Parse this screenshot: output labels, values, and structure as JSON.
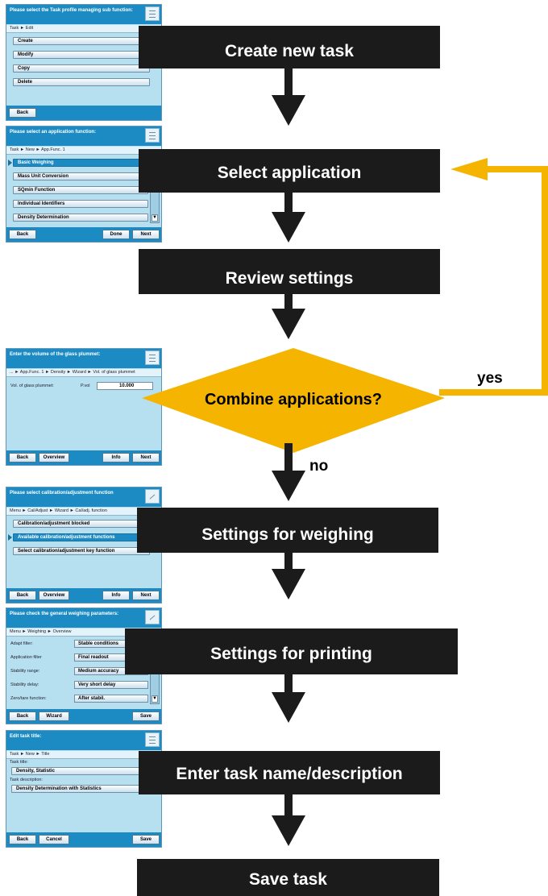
{
  "flow": {
    "steps": [
      "Create new task",
      "Select application",
      "Review settings",
      "Combine applications?",
      "Settings for weighing",
      "Settings for printing",
      "Enter task name/description",
      "Save task"
    ],
    "yes_label": "yes",
    "no_label": "no",
    "colors": {
      "box": "#1b1b1b",
      "decision": "#f5b400",
      "arrow_back": "#f5b400"
    }
  },
  "screens": {
    "s1": {
      "title": "Please select the Task profile managing sub function:",
      "crumb": "Task ► Edit",
      "items": [
        "Create",
        "Modify",
        "Copy",
        "Delete"
      ],
      "buttons": [
        "Back"
      ]
    },
    "s2": {
      "title": "Please select an application function:",
      "crumb": "Task ► New ► App.Func. 1",
      "items": [
        "Basic Weighing",
        "Mass Unit Conversion",
        "SQmin Function",
        "Individual Identifiers",
        "Density Determination"
      ],
      "selected_index": 0,
      "buttons": [
        "Back",
        "Done",
        "Next"
      ]
    },
    "s3": {
      "title": "Enter the volume of the glass plummet:",
      "crumb": "... ► App.Func. 1 ► Density ► Wizard ► Vol. of glass plummet",
      "field_label": "Vol. of glass plummet:",
      "field_symbol": "P.vol",
      "field_value": "10.000",
      "buttons": [
        "Back",
        "Overview",
        "Info",
        "Next"
      ]
    },
    "s4": {
      "title": "Please select calibration/adjustment function",
      "crumb": "Menu ► Cal/Adjust ► Wizard ► Cal/adj. function",
      "items": [
        "Calibration/adjustment blocked",
        "Available calibration/adjustment functions",
        "Select calibration/adjustment key function"
      ],
      "selected_index": 1,
      "buttons": [
        "Back",
        "Overview",
        "Info",
        "Next"
      ]
    },
    "s5": {
      "title": "Please check the general weighing parameters:",
      "crumb": "Menu ► Weighing ► Overview",
      "rows": [
        {
          "label": "Adapt filter:",
          "value": "Stable conditions"
        },
        {
          "label": "Application filter",
          "value": "Final readout"
        },
        {
          "label": "Stability range:",
          "value": "Medium accuracy"
        },
        {
          "label": "Stability delay:",
          "value": "Very short delay"
        },
        {
          "label": "Zero/tare function:",
          "value": "After stabil."
        }
      ],
      "buttons": [
        "Back",
        "Wizard",
        "Save"
      ]
    },
    "s6": {
      "title": "Edit task title:",
      "crumb": "Task ► New ► Title",
      "title_label": "Task title:",
      "title_value": "Density, Statistic",
      "desc_label": "Task description:",
      "desc_value": "Density Determination with Statistics",
      "buttons": [
        "Back",
        "Cancel",
        "Save"
      ]
    }
  }
}
